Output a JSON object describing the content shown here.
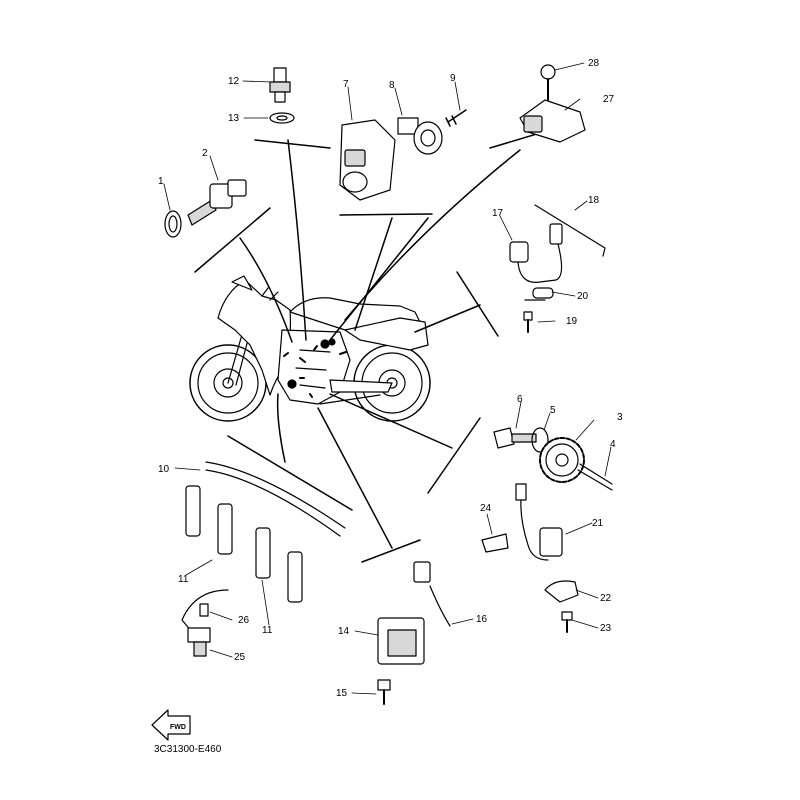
{
  "diagram_code": "3C31300-E460",
  "fwd_label": "FWD",
  "callouts": {
    "c1": "1",
    "c2": "2",
    "c3": "3",
    "c4": "4",
    "c5": "5",
    "c6": "6",
    "c7": "7",
    "c8": "8",
    "c9": "9",
    "c10": "10",
    "c11a": "11",
    "c11b": "11",
    "c12": "12",
    "c13": "13",
    "c14": "14",
    "c15": "15",
    "c16": "16",
    "c17": "17",
    "c18": "18",
    "c19": "19",
    "c20": "20",
    "c21": "21",
    "c22": "22",
    "c23": "23",
    "c24": "24",
    "c25": "25",
    "c26": "26",
    "c27": "27",
    "c28": "28"
  },
  "colors": {
    "line": "#000000",
    "part_shade": "#d8d8d8",
    "background": "#ffffff"
  }
}
